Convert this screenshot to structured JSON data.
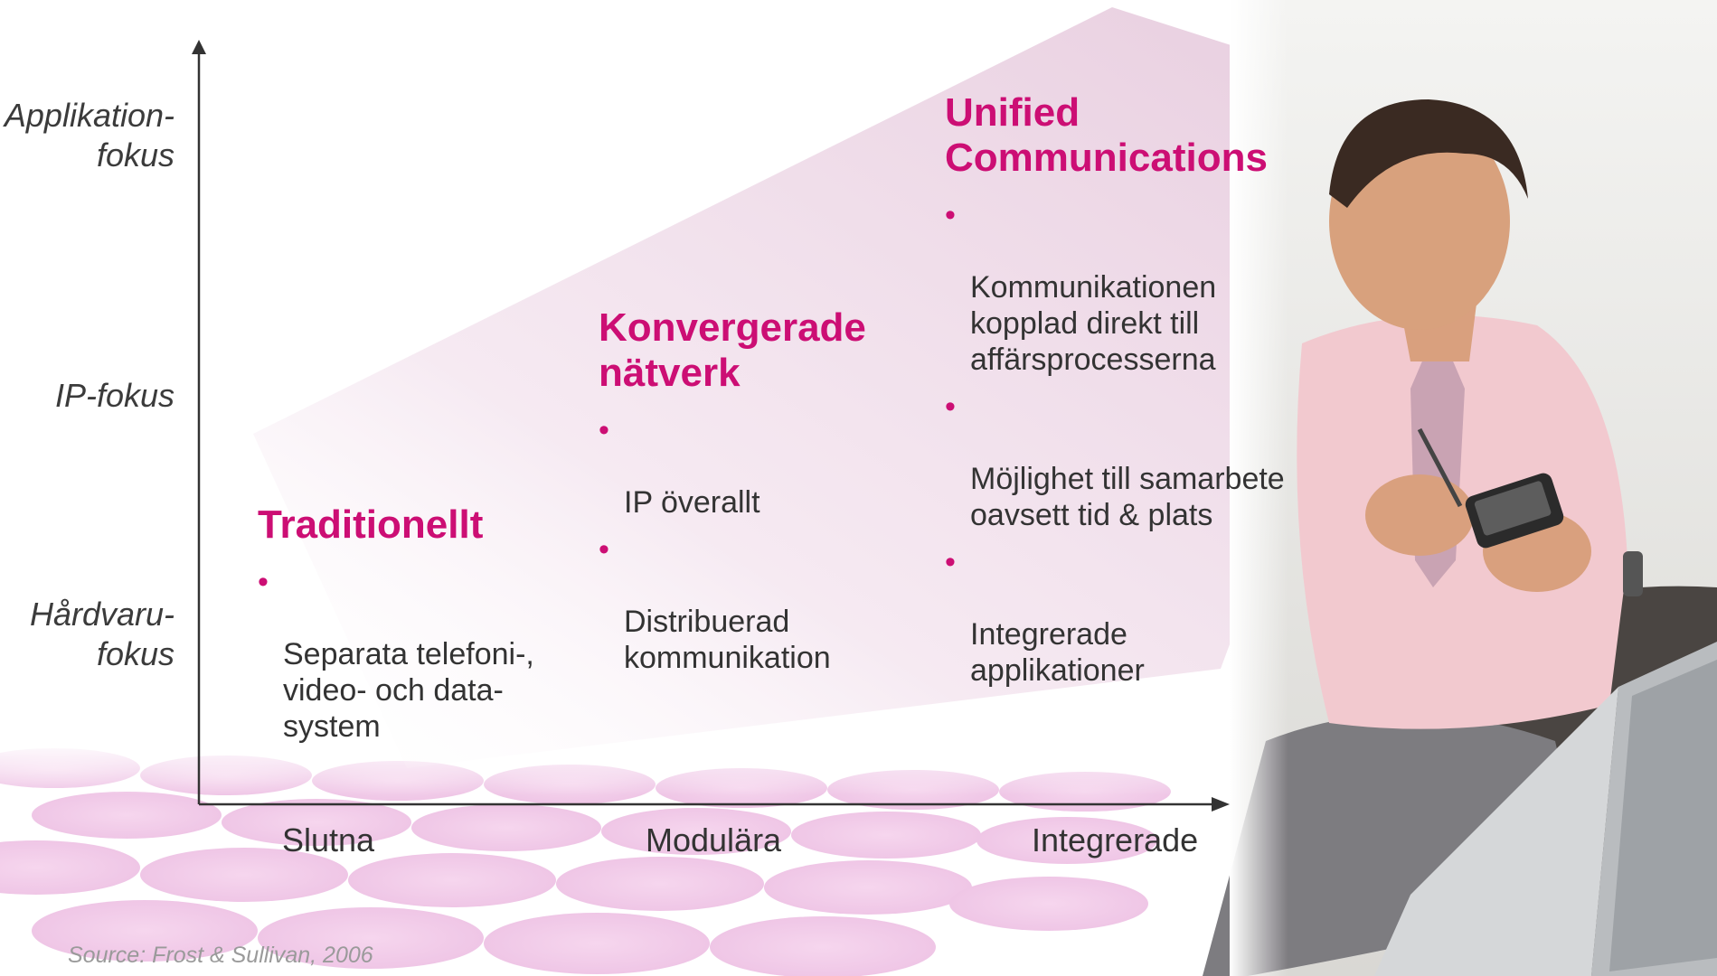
{
  "y_axis": {
    "labels": [
      {
        "text": "Applikation-\nfokus"
      },
      {
        "text": "IP-fokus"
      },
      {
        "text": "Hårdvaru-\nfokus"
      }
    ]
  },
  "x_axis": {
    "labels": [
      "Slutna",
      "Modulära",
      "Integrerade"
    ]
  },
  "stages": [
    {
      "title": "Traditionellt",
      "bullets": [
        "Separata telefoni-,\nvideo- och data-\nsystem"
      ]
    },
    {
      "title": "Konvergerade\nnätverk",
      "bullets": [
        "IP överallt",
        "Distribuerad\nkommunikation"
      ]
    },
    {
      "title": "Unified\nCommunications",
      "bullets": [
        "Kommunikationen\nkopplad direkt till\naffärsprocesserna",
        "Möjlighet till samarbete\noavsett tid & plats",
        "Integrerade\napplikationer"
      ]
    }
  ],
  "bullet_glyph": "•",
  "source": "Source: Frost & Sullivan, 2006",
  "colors": {
    "accent": "#cc0e74",
    "text": "#333333",
    "band": "#e9cfe0",
    "dots": "#f3d3eb"
  }
}
